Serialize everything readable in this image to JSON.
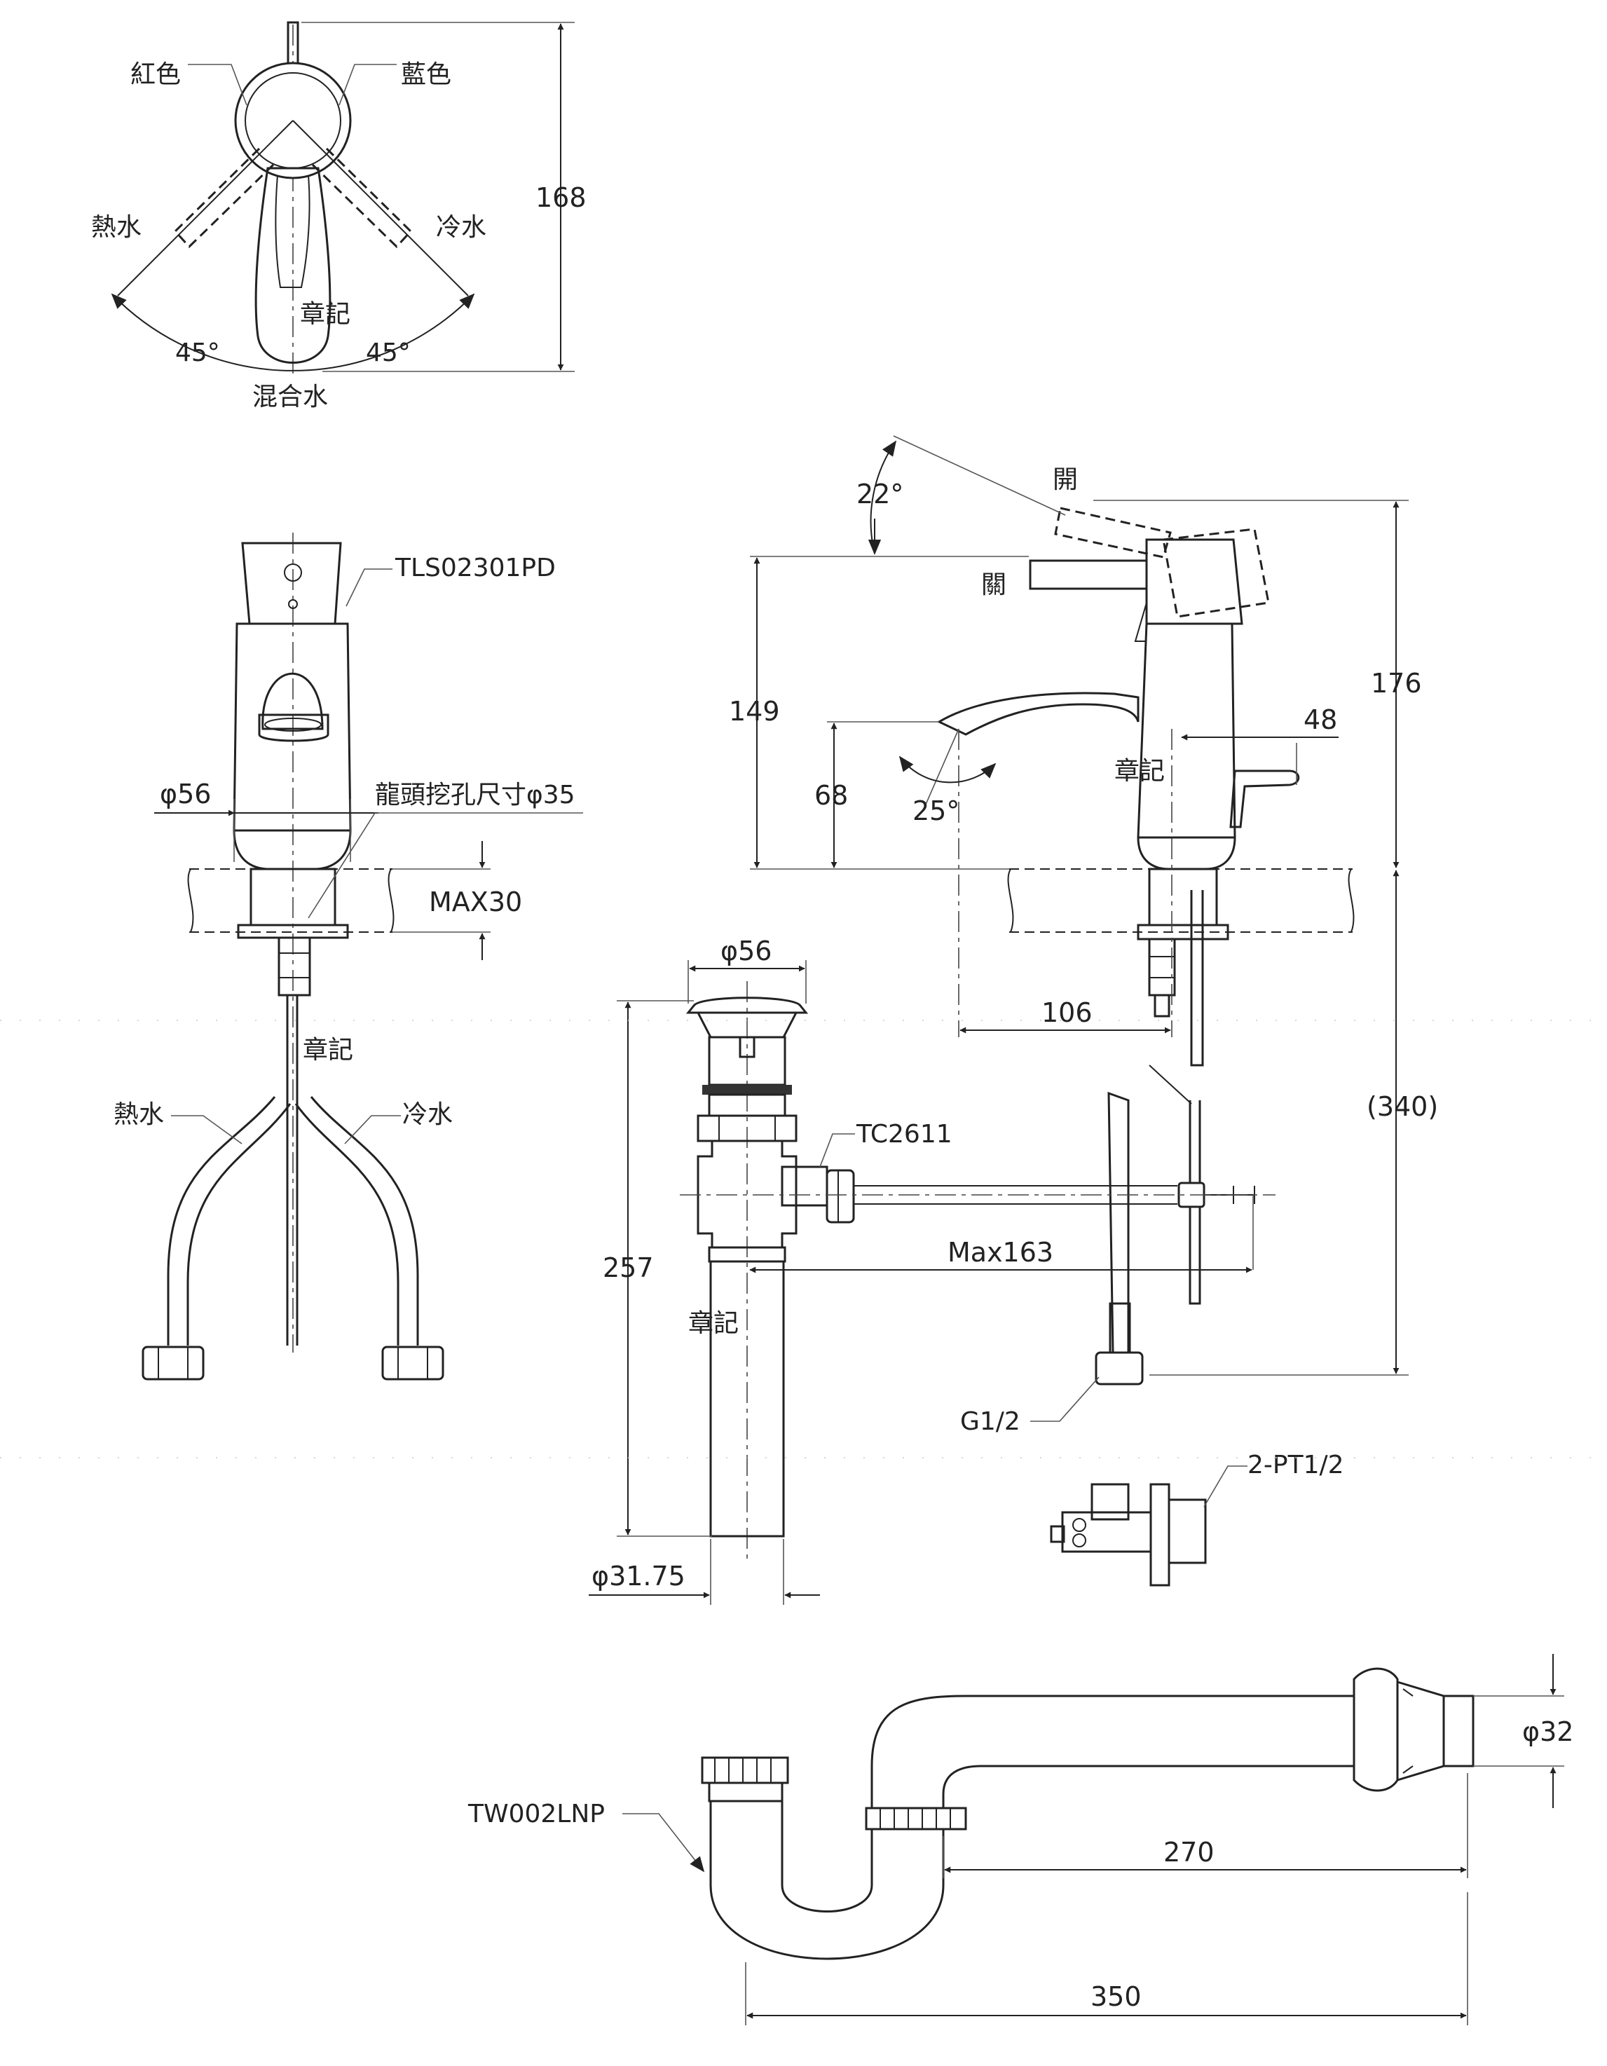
{
  "top_view": {
    "red": "紅色",
    "blue": "藍色",
    "hot": "熱水",
    "cold": "冷水",
    "mark": "章記",
    "angle_left": "45°",
    "angle_right": "45°",
    "mixed": "混合水",
    "height": "168"
  },
  "front_view": {
    "model": "TLS02301PD",
    "dia_body": "φ56",
    "hole_size": "龍頭挖孔尺寸φ35",
    "max_thickness": "MAX30",
    "mark": "章記",
    "hot": "熱水",
    "cold": "冷水"
  },
  "side_view": {
    "open": "開",
    "close": "關",
    "angle_lever": "22°",
    "height_lever": "149",
    "height_total": "176",
    "spout_height": "68",
    "spout_angle": "25°",
    "rod_length": "48",
    "mark": "章記",
    "spout_reach": "106",
    "below_deck": "(340)",
    "inlet": "G1/2"
  },
  "drain": {
    "dia_top": "φ56",
    "model": "TC2611",
    "length": "257",
    "rod_max": "Max163",
    "mark": "章記",
    "dia_pipe": "φ31.75"
  },
  "valve": {
    "model": "2-PT1/2"
  },
  "trap": {
    "model": "TW002LNP",
    "dia": "φ32",
    "length_inner": "270",
    "length_outer": "350"
  }
}
